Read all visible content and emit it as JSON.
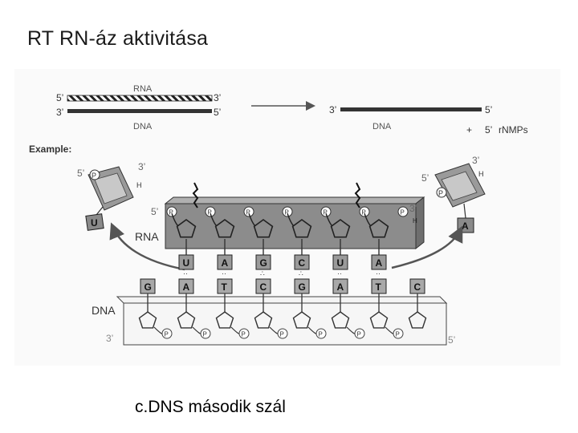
{
  "slide": {
    "title": "RT RN-áz aktivitása",
    "caption": "c.DNS második szál"
  },
  "scheme": {
    "rna_label": "RNA",
    "dna_label": "DNA",
    "end_5": "5’",
    "end_3": "3’",
    "product_dna_label": "DNA",
    "plus": "+",
    "rnmps": "rNMPs"
  },
  "example": {
    "label": "Example:",
    "rna_strand_label": "RNA",
    "dna_strand_label": "DNA",
    "rna_bases": [
      "U",
      "A",
      "G",
      "C",
      "U",
      "A"
    ],
    "dna_bases": [
      "G",
      "A",
      "T",
      "C",
      "G",
      "A",
      "T",
      "C"
    ],
    "phosphate": "P",
    "hydroxyl": "H",
    "released_left_base": "U",
    "released_right_base": "A"
  }
}
